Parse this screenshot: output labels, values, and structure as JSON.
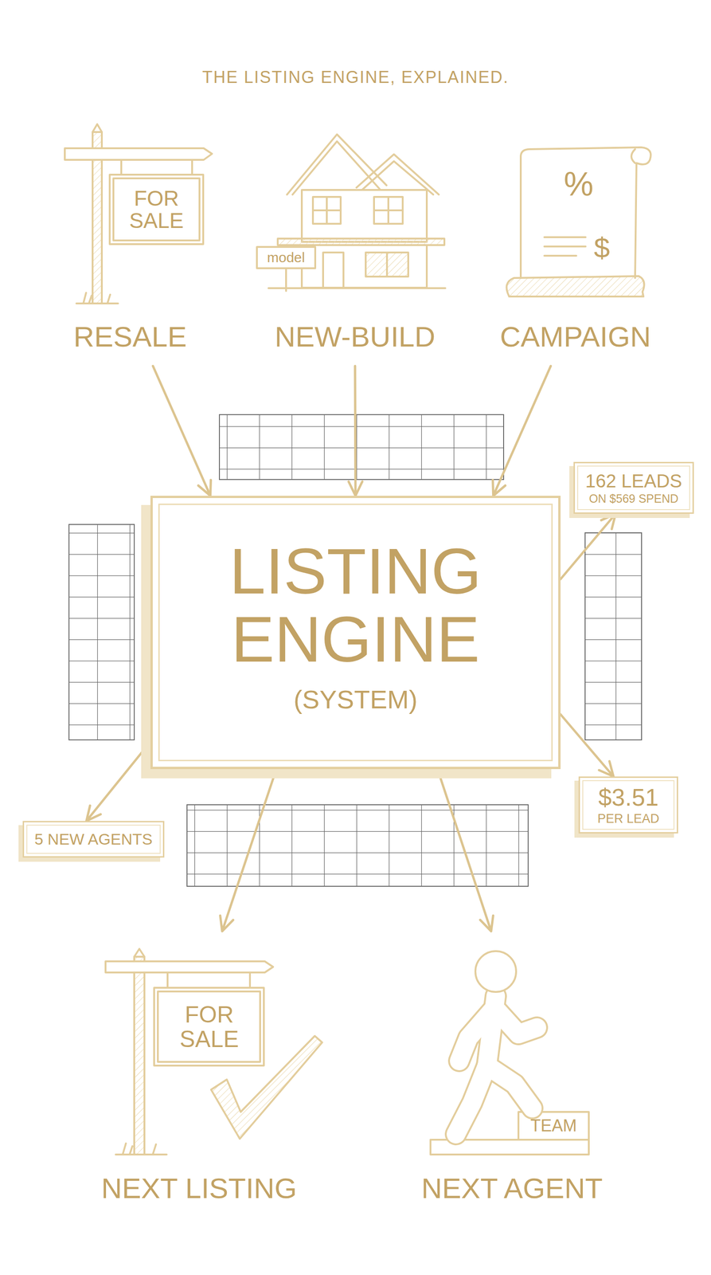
{
  "diagram": {
    "title": "THE LISTING ENGINE, EXPLAINED.",
    "nodes": [
      {
        "text": [
          "RESALE"
        ]
      },
      {
        "text": [
          "NEW-BUILD"
        ]
      },
      {
        "text": [
          "CAMPAIGN"
        ]
      },
      {
        "text": [
          "LISTING ENGINE",
          "(SYSTEM)"
        ]
      },
      {
        "text": [
          "162 LEADS",
          "ON $569 SPEND"
        ]
      },
      {
        "text": [
          "$3.51",
          "PER LEAD"
        ]
      },
      {
        "text": [
          "5 NEW AGENTS"
        ]
      },
      {
        "text": [
          "NEXT LISTING"
        ]
      },
      {
        "text": [
          "NEXT AGENT"
        ]
      }
    ],
    "edges": [
      {
        "from": 0,
        "to": 3,
        "arrow": "to"
      },
      {
        "from": 1,
        "to": 3,
        "arrow": "to"
      },
      {
        "from": 2,
        "to": 3,
        "arrow": "to"
      },
      {
        "from": 3,
        "to": 4,
        "arrow": "to"
      },
      {
        "from": 3,
        "to": 5,
        "arrow": "to"
      },
      {
        "from": 3,
        "to": 6,
        "arrow": "to"
      },
      {
        "from": 3,
        "to": 7,
        "arrow": "to"
      },
      {
        "from": 3,
        "to": 8,
        "arrow": "to"
      }
    ],
    "labels": [
      "FOR SALE",
      "model",
      "%",
      "$",
      "FOR SALE",
      "TEAM"
    ]
  }
}
